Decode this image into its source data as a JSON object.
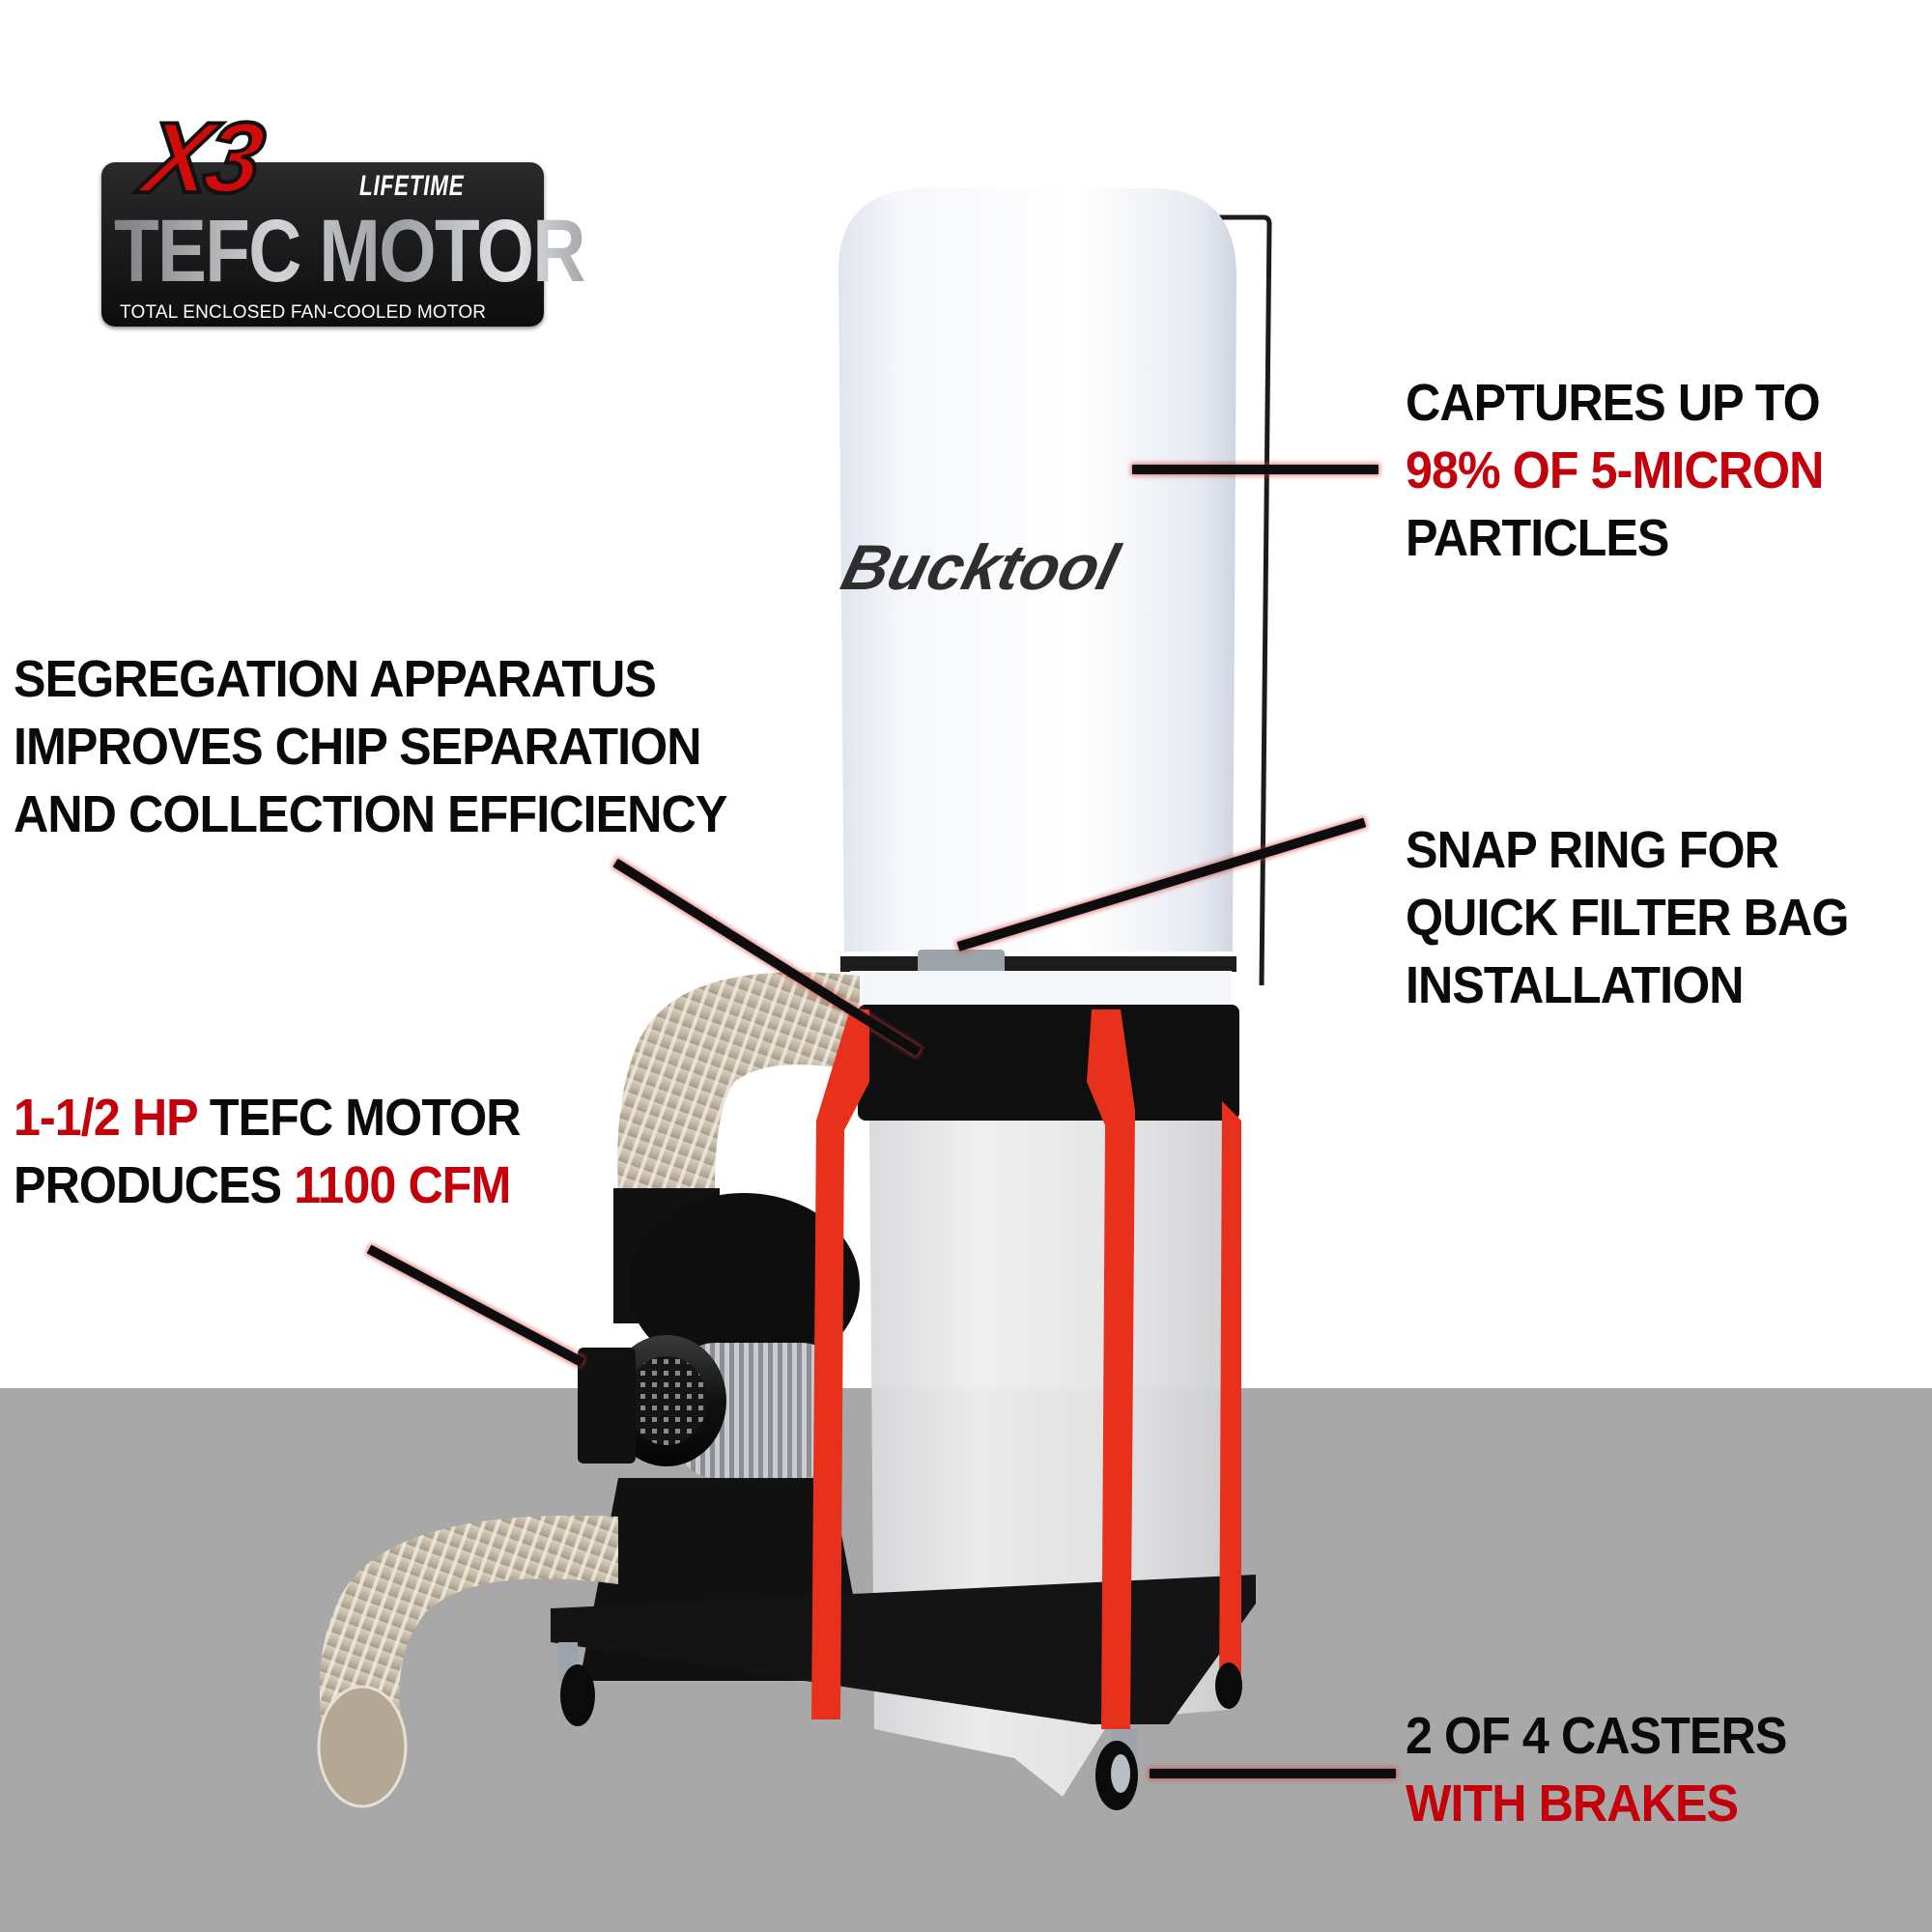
{
  "badge": {
    "multiplier": "X3",
    "tagline": "LIFETIME",
    "title": "TEFC MOTOR",
    "subtitle": "TOTAL ENCLOSED FAN-COOLED MOTOR"
  },
  "product": {
    "brand_logo": "Bucktool",
    "type": "dust collector"
  },
  "callouts": {
    "filter": {
      "line1": "CAPTURES UP TO",
      "line2_highlight": "98% OF 5-MICRON",
      "line3": "PARTICLES"
    },
    "segregation": {
      "line1": "SEGREGATION APPARATUS",
      "line2": "IMPROVES CHIP SEPARATION",
      "line3": "AND COLLECTION EFFICIENCY"
    },
    "snap_ring": {
      "line1": "SNAP RING FOR",
      "line2": "QUICK FILTER BAG",
      "line3": "INSTALLATION"
    },
    "motor": {
      "line1_highlight": "1-1/2 HP",
      "line1_rest": " TEFC MOTOR",
      "line2_rest": "PRODUCES ",
      "line2_highlight": "1100 CFM"
    },
    "casters": {
      "line1": "2 OF 4 CASTERS",
      "line2_highlight": "WITH BRAKES"
    }
  },
  "colors": {
    "accent_red": "#c4000b",
    "text_black": "#0a0a0a",
    "floor_gray": "#a8a8a8",
    "frame_red": "#e8311d",
    "background": "#ffffff"
  }
}
